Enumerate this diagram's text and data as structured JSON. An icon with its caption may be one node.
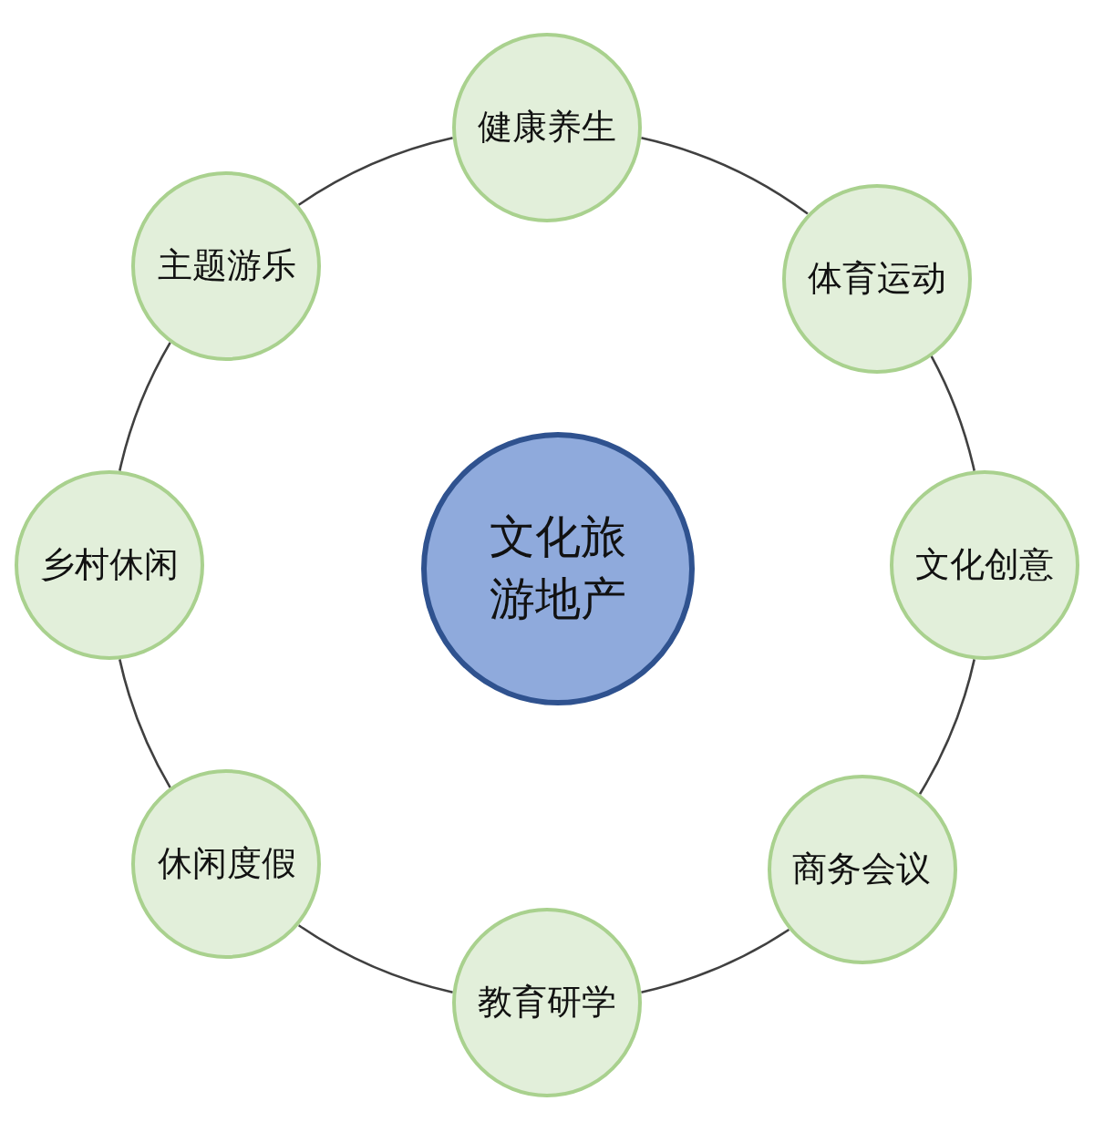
{
  "diagram": {
    "nodes": [
      {
        "text": [
          "文化旅游地产"
        ]
      },
      {
        "text": [
          "健康养生"
        ]
      },
      {
        "text": [
          "体育运动"
        ]
      },
      {
        "text": [
          "文化创意"
        ]
      },
      {
        "text": [
          "商务会议"
        ]
      },
      {
        "text": [
          "教育研学"
        ]
      },
      {
        "text": [
          "休闲度假"
        ]
      },
      {
        "text": [
          "乡村休闲"
        ]
      },
      {
        "text": [
          "主题游乐"
        ]
      }
    ],
    "edges": [
      {
        "from": 1,
        "to": 2,
        "arrow": "none"
      },
      {
        "from": 2,
        "to": 3,
        "arrow": "none"
      },
      {
        "from": 3,
        "to": 4,
        "arrow": "none"
      },
      {
        "from": 4,
        "to": 5,
        "arrow": "none"
      },
      {
        "from": 5,
        "to": 6,
        "arrow": "none"
      },
      {
        "from": 6,
        "to": 7,
        "arrow": "none"
      },
      {
        "from": 7,
        "to": 8,
        "arrow": "none"
      },
      {
        "from": 8,
        "to": 1,
        "arrow": "none"
      }
    ]
  }
}
